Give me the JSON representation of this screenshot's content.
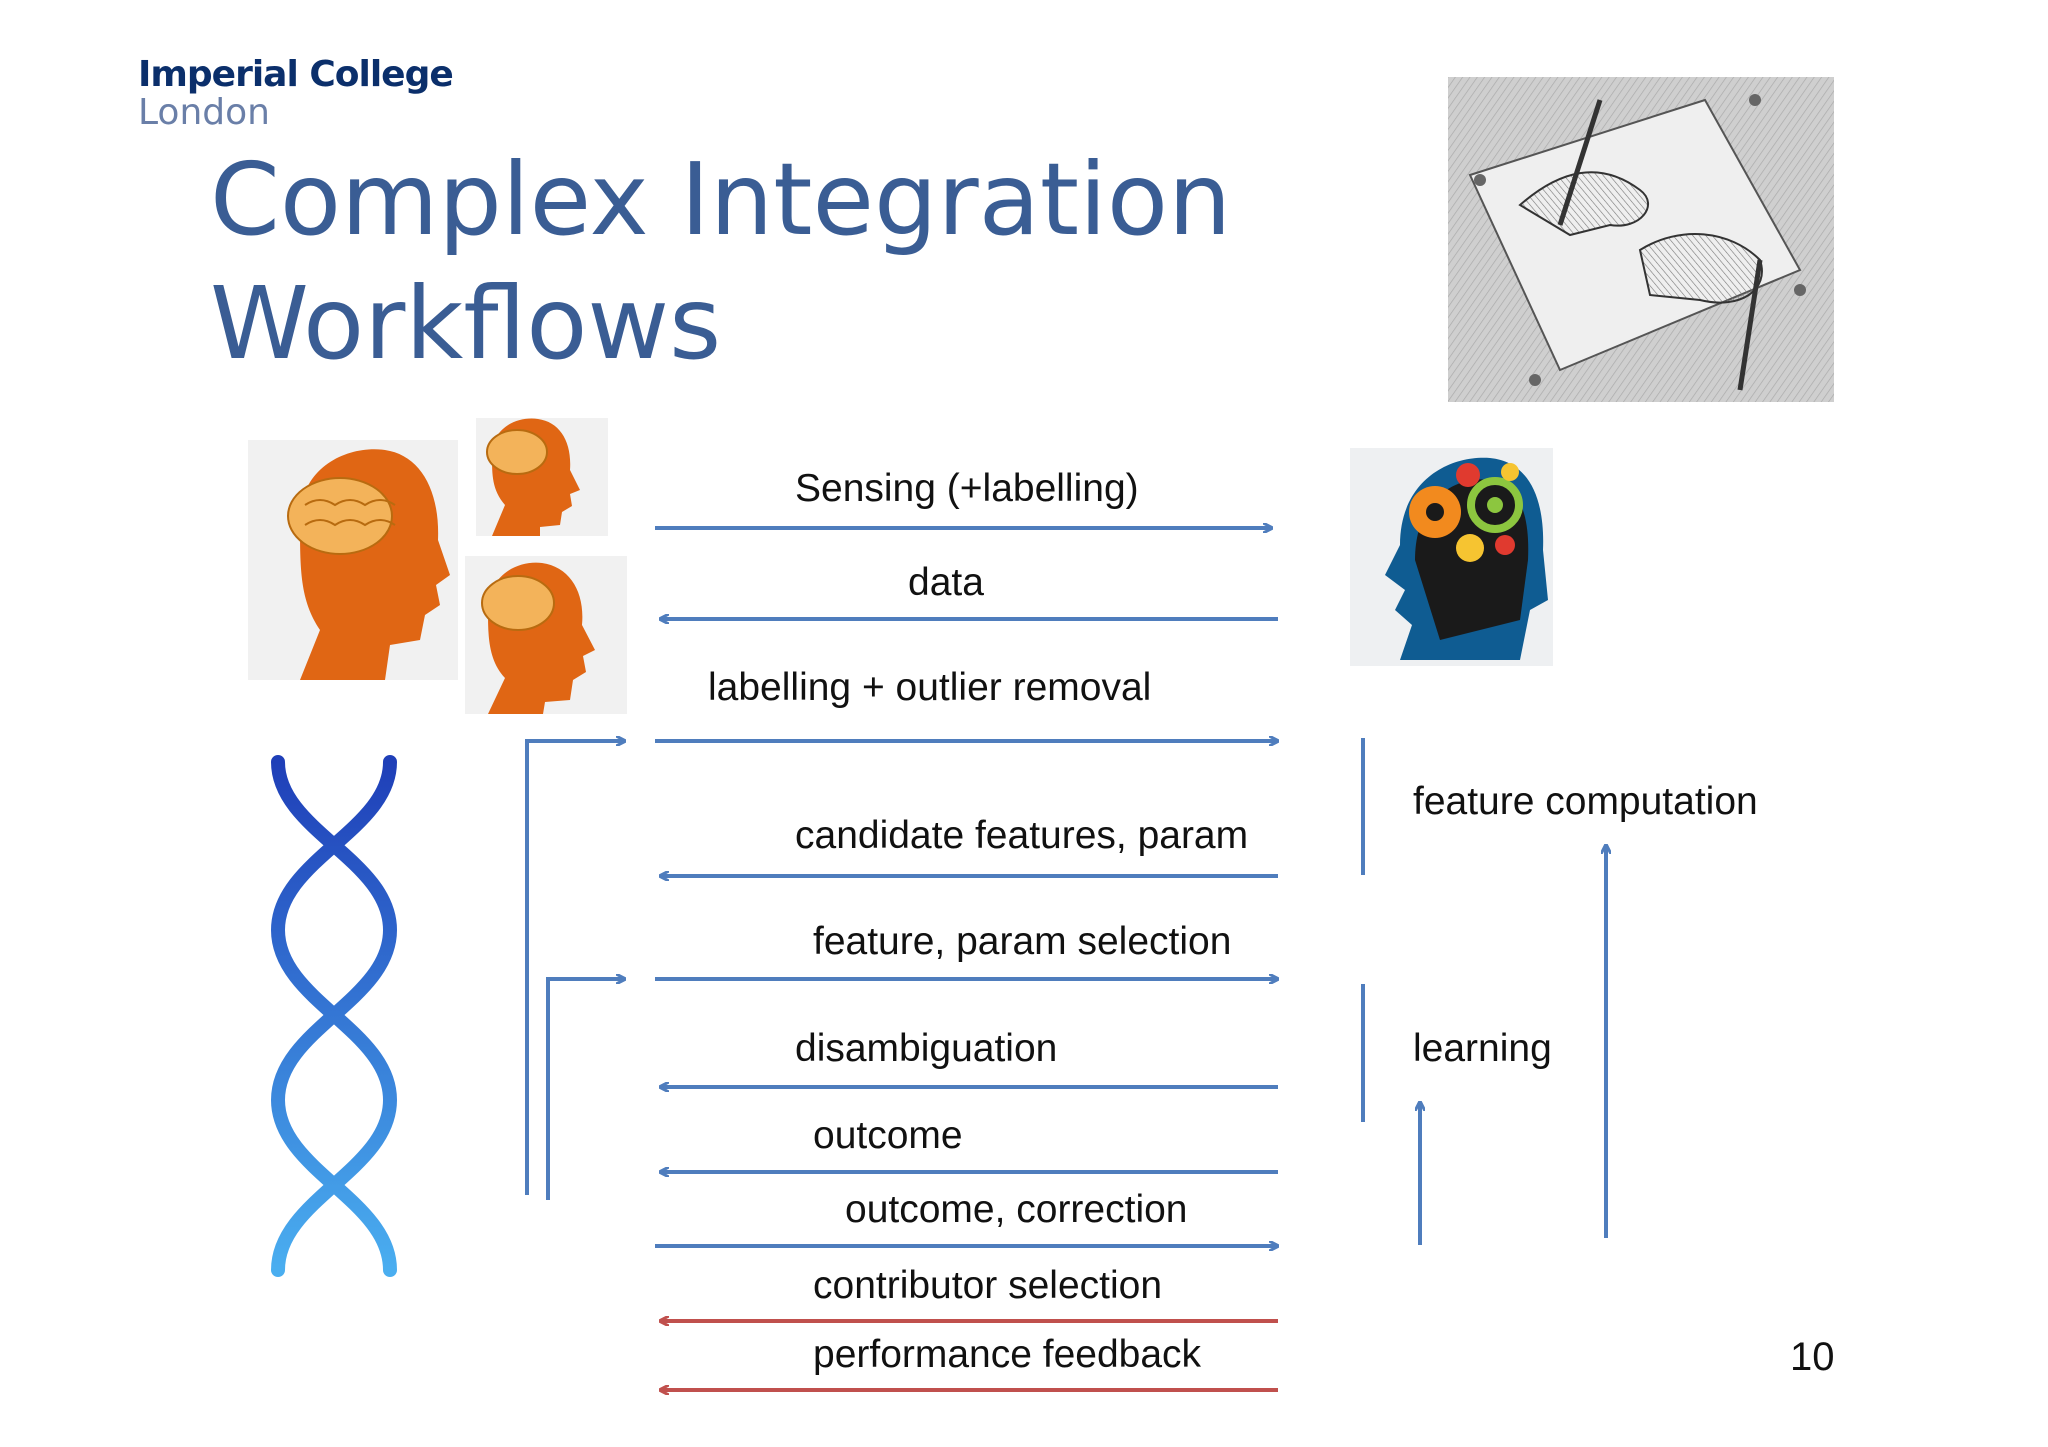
{
  "logo": {
    "line1": "Imperial College",
    "line2": "London"
  },
  "title": {
    "line1": "Complex Integration",
    "line2": "Workflows"
  },
  "flows": [
    {
      "label": "Sensing (+labelling)"
    },
    {
      "label": "data"
    },
    {
      "label": "labelling + outlier removal"
    },
    {
      "label": "candidate features, param"
    },
    {
      "label": "feature, param selection"
    },
    {
      "label": "disambiguation"
    },
    {
      "label": "outcome"
    },
    {
      "label": "outcome, correction"
    },
    {
      "label": "contributor selection"
    },
    {
      "label": "performance feedback"
    }
  ],
  "processes": {
    "feature_computation": "feature computation",
    "learning": "learning"
  },
  "page_number": "10",
  "colors": {
    "arrow_blue": "#4f7dbd",
    "arrow_red": "#c0504d",
    "title_blue": "#3a5d94",
    "logo_navy": "#0b2f6b"
  },
  "icons": [
    "drawing-hands-image",
    "human-head-brain-icon",
    "machine-head-gears-icon",
    "dna-helix-icon"
  ]
}
